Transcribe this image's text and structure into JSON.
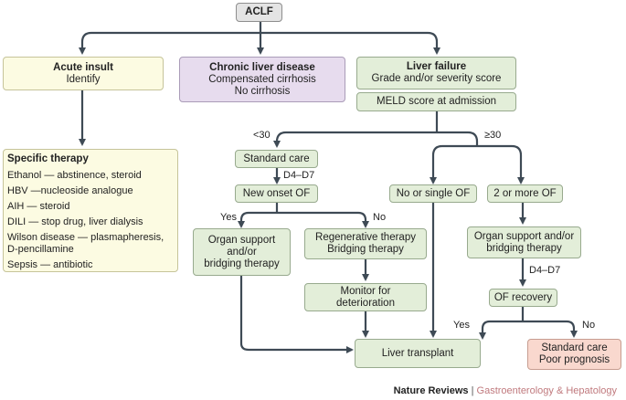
{
  "root": "ACLF",
  "acute": {
    "title": "Acute insult",
    "sub": "Identify"
  },
  "chronic": {
    "title": "Chronic liver disease",
    "line1": "Compensated cirrhosis",
    "line2": "No cirrhosis"
  },
  "failure": {
    "title": "Liver failure",
    "sub": "Grade and/or severity score"
  },
  "meld": "MELD score at admission",
  "branch_low": "<30",
  "branch_high": "≥30",
  "standard_care": "Standard care",
  "d4d7_a": "D4–D7",
  "new_onset": "New onset OF",
  "yes_a": "Yes",
  "no_a": "No",
  "organ_support_left": {
    "l1": "Organ support",
    "l2": "and/or",
    "l3": "bridging therapy"
  },
  "regen": {
    "l1": "Regenerative therapy",
    "l2": "Bridging therapy"
  },
  "monitor": {
    "l1": "Monitor for",
    "l2": "deterioration"
  },
  "no_single": "No or single OF",
  "two_more": "2 or more OF",
  "organ_support_right": {
    "l1": "Organ support and/or",
    "l2": "bridging therapy"
  },
  "d4d7_b": "D4–D7",
  "of_recovery": "OF recovery",
  "yes_b": "Yes",
  "no_b": "No",
  "transplant": "Liver transplant",
  "poor": {
    "l1": "Standard care",
    "l2": "Poor prognosis"
  },
  "therapy": {
    "title": "Specific therapy",
    "items": [
      "Ethanol — abstinence, steroid",
      "HBV —nucleoside analogue",
      "AIH — steroid",
      "DILI — stop drug, liver dialysis",
      "Wilson disease — plasmapheresis, D-pencillamine",
      "Sepsis — antibiotic"
    ]
  },
  "footer": {
    "publisher": "Nature Reviews",
    "separator": "|",
    "journal": "Gastroenterology & Hepatology"
  },
  "colors": {
    "green": "#e3eed9",
    "yellow": "#fcfbe2",
    "purple": "#e7dcee",
    "salmon": "#f9d8ce",
    "line": "#3e4a55",
    "journal": "#c07a7e"
  }
}
